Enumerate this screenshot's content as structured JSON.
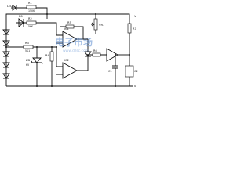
{
  "labels": {
    "led": "LED",
    "r1": "R1",
    "r1_val": "150K",
    "r2": "R2",
    "r2_val": "56K",
    "d1": "D1",
    "r3": "R3",
    "r3_val": "5K1",
    "r4": "R4",
    "r5": "R5",
    "r6": "R6",
    "r7": "R7",
    "zd": "ZD",
    "v1": "6V",
    "ic1": "IC1",
    "ic2": "IC2",
    "vr": "VR1",
    "c1": "C1",
    "c2": "C2",
    "out": "+V",
    "gnd": "0"
  },
  "watermark": {
    "main": "电子市场",
    "sub": "www.dzsc.com"
  }
}
